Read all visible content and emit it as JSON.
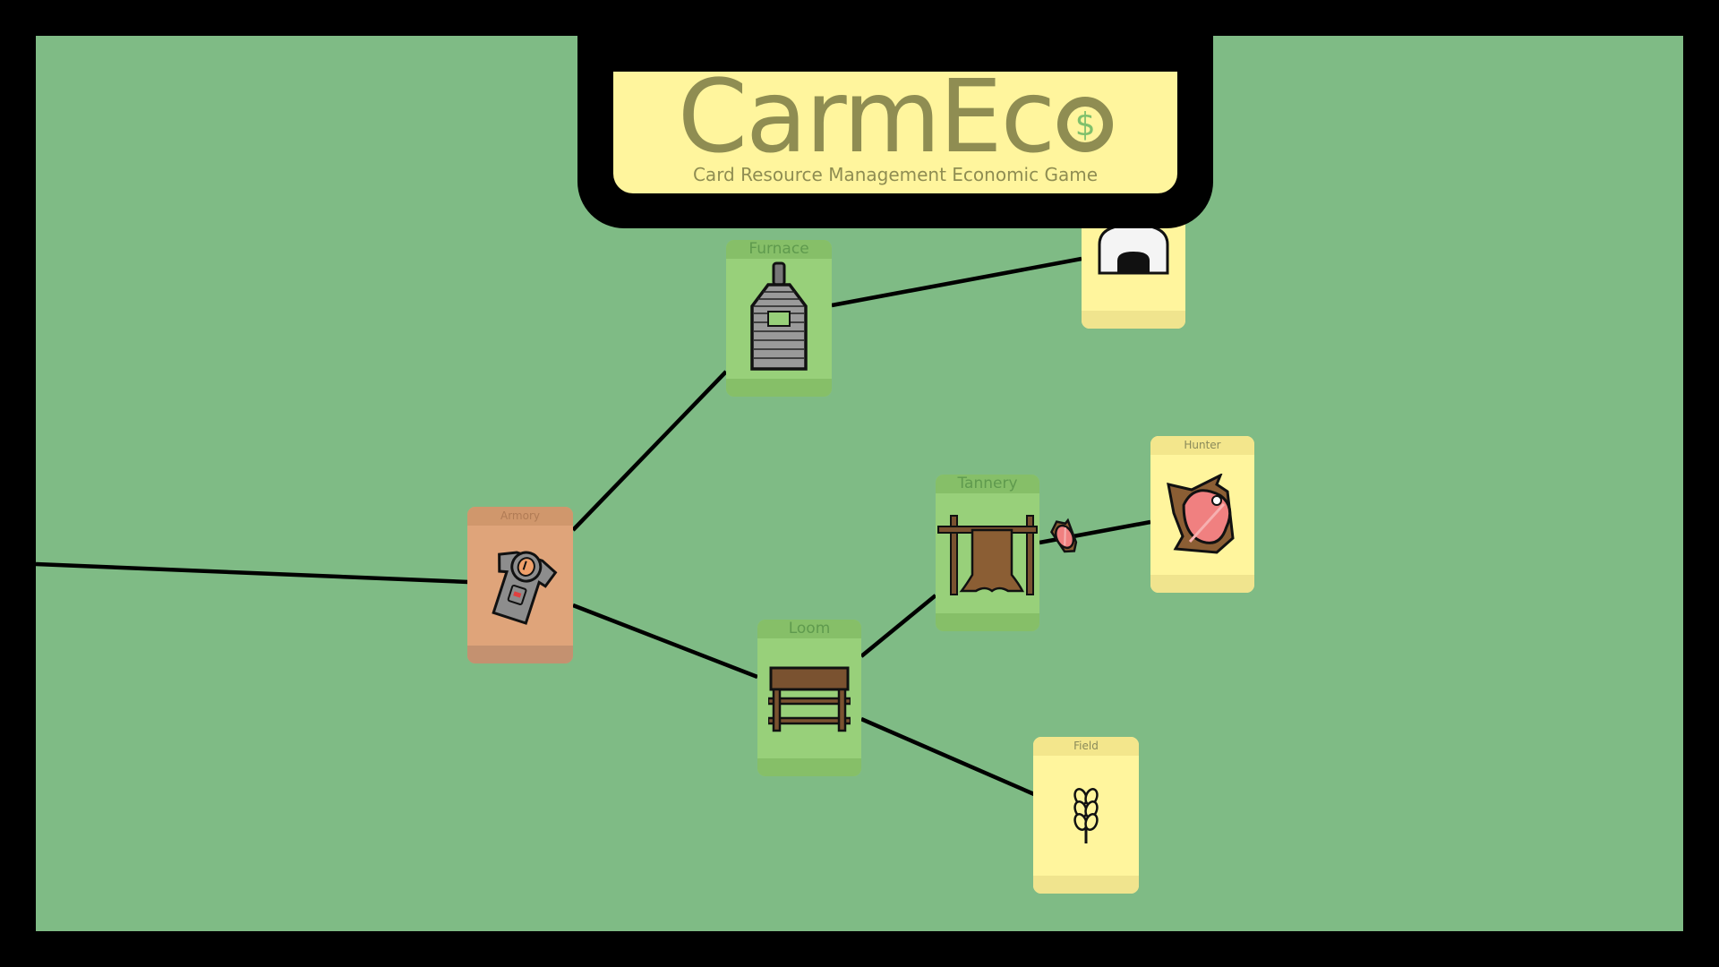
{
  "game": {
    "logo_text": "CarmEc",
    "logo_coin_glyph": "$",
    "subtitle": "Card Resource Management Economic Game"
  },
  "cards": {
    "furnace": {
      "label": "Furnace",
      "icon": "furnace-icon",
      "color": "#98d07a"
    },
    "unknown_top": {
      "label": "",
      "icon": "stone-arch-icon",
      "color": "#fff59d"
    },
    "armory": {
      "label": "Armory",
      "icon": "armor-icon",
      "color": "#dfa47a"
    },
    "tannery": {
      "label": "Tannery",
      "icon": "tanning-rack-icon",
      "color": "#98d07a"
    },
    "hunter": {
      "label": "Hunter",
      "icon": "raw-hide-icon",
      "color": "#fff59d"
    },
    "loom": {
      "label": "Loom",
      "icon": "loom-icon",
      "color": "#98d07a"
    },
    "field": {
      "label": "Field",
      "icon": "wheat-icon",
      "color": "#fff59d"
    }
  },
  "transit_item": {
    "icon": "hide-resource-icon"
  },
  "colors": {
    "board": "#7fbb85",
    "frame": "#000000",
    "producer_card": "#fff59d",
    "processor_card": "#98d07a",
    "final_card": "#dfa47a",
    "logo": "#8f8d52"
  }
}
